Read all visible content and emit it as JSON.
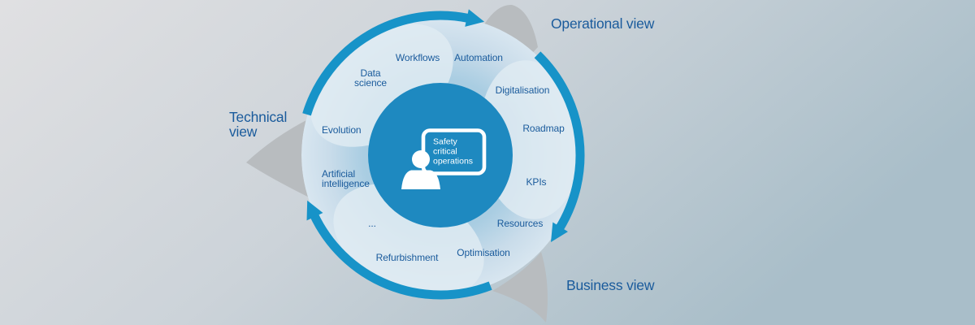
{
  "diagram": {
    "views": {
      "operational": "Operational view",
      "technical_line1": "Technical",
      "technical_line2": "view",
      "business": "Business view"
    },
    "center": {
      "line1": "Safety",
      "line2": "critical",
      "line3": "operations"
    },
    "items": {
      "workflows": "Workflows",
      "automation": "Automation",
      "data_science_line1": "Data",
      "data_science_line2": "science",
      "digitalisation": "Digitalisation",
      "roadmap": "Roadmap",
      "evolution": "Evolution",
      "kpis": "KPIs",
      "artificial_intelligence_line1": "Artificial",
      "artificial_intelligence_line2": "intelligence",
      "resources": "Resources",
      "more": "...",
      "refurbishment": "Refurbishment",
      "optimisation": "Optimisation"
    },
    "colors": {
      "background_start": "#e0e0e2",
      "background_end": "#a9bec9",
      "cycle_arrow_blue": "#1793c8",
      "hub_blue": "#1e89c0",
      "label_blue": "#1a5b9c",
      "petal_light_blue": "#cfe0ec",
      "sail_gray": "#b8bcbf",
      "hub_text_white": "#ffffff"
    }
  }
}
